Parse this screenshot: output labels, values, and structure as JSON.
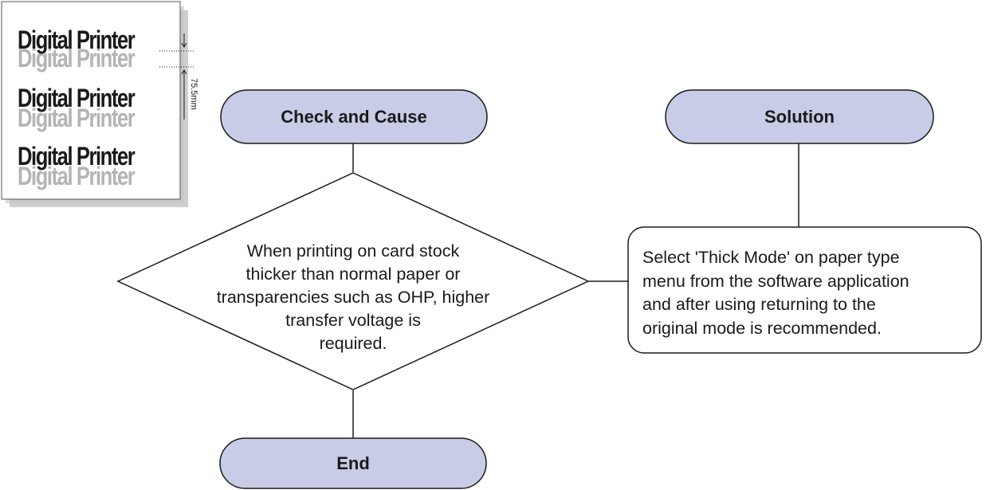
{
  "sample_page": {
    "lines": [
      "Digital Printer",
      "Digital Printer",
      "Digital Printer"
    ],
    "dimension_label": "75.5mm"
  },
  "flowchart": {
    "check_cause": {
      "label": "Check and Cause"
    },
    "solution": {
      "label": "Solution"
    },
    "condition": {
      "lines": [
        "When printing on card stock",
        "thicker than normal paper or",
        "transparencies such as OHP, higher",
        "transfer voltage is",
        "required."
      ]
    },
    "solution_box": {
      "lines": [
        "Select 'Thick Mode' on paper type",
        "menu from the software application",
        "and after using returning to the",
        "original mode is recommended."
      ]
    },
    "end": {
      "label": "End"
    }
  },
  "colors": {
    "terminal_fill": "#c8cce6",
    "stroke": "#1a1a1a",
    "ghost_text": "#b4b4b4"
  }
}
